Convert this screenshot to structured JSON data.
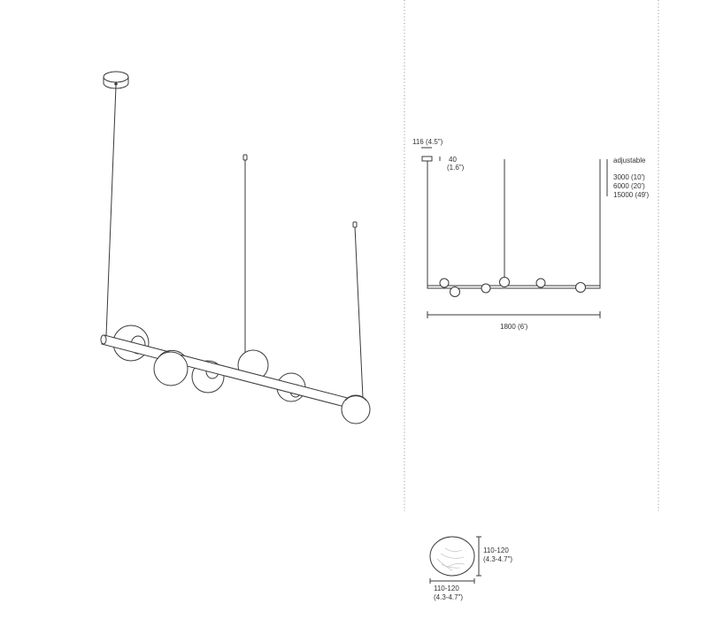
{
  "colors": {
    "line": "#3a3a3a",
    "dotted": "#9a9a9a",
    "text": "#333333",
    "globe_fill": "#ffffff"
  },
  "elevation": {
    "canopy_dims": "116 (4.5\")",
    "canopy_height": "40",
    "canopy_height_in": "(1.6\")",
    "adjustable": "adjustable",
    "cable_lengths": [
      "3000 (10')",
      "6000 (20')",
      "15000 (49')"
    ],
    "width": "1800 (6')"
  },
  "globe_detail": {
    "height_mm": "110-120",
    "height_in": "(4.3-4.7\")",
    "width_mm": "110-120",
    "width_in": "(4.3-4.7\")"
  }
}
